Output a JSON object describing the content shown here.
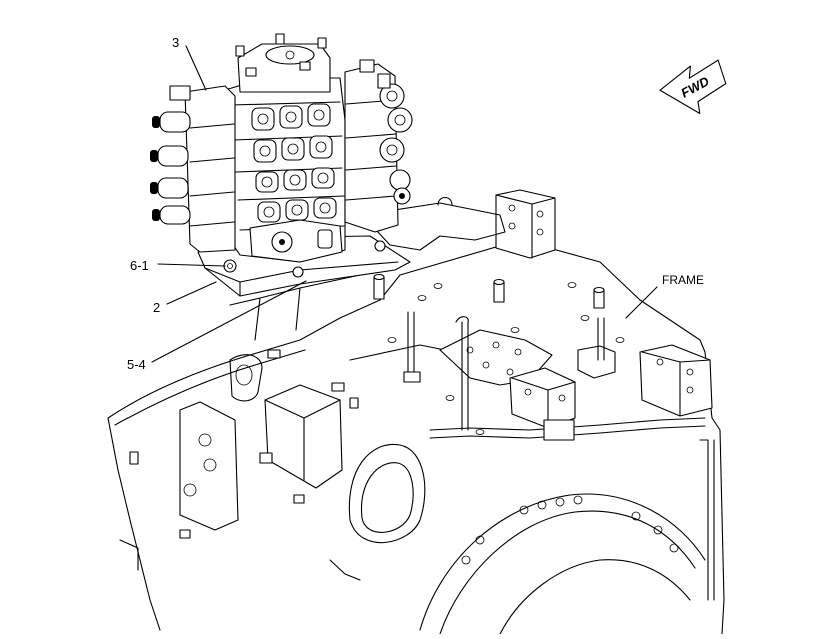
{
  "callouts": {
    "part_3": "3",
    "part_6_1": "6-1",
    "part_2": "2",
    "part_5_4": "5-4",
    "frame": "FRAME"
  },
  "direction_arrow": {
    "label": "FWD",
    "icon": "fwd-arrow-icon"
  }
}
